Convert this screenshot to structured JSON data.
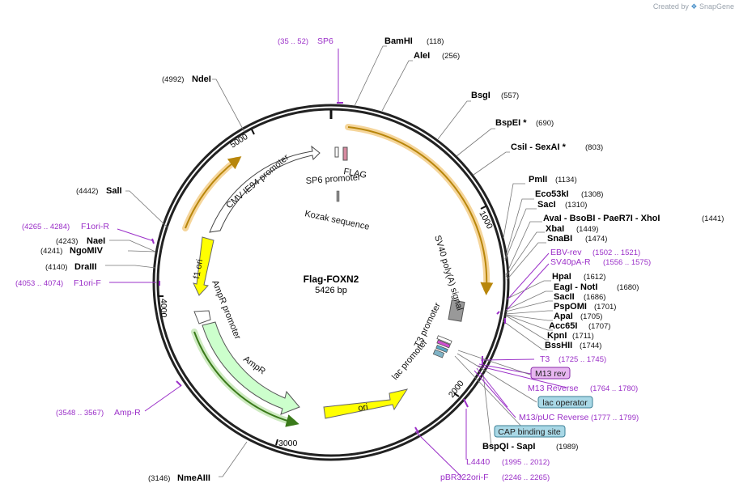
{
  "header": {
    "credit_prefix": "Created by",
    "credit_brand": "SnapGene"
  },
  "plasmid": {
    "name": "Flag-FOXN2",
    "size": "5426 bp"
  },
  "ticks": [
    "1000",
    "2000",
    "3000",
    "4000",
    "5000"
  ],
  "features": {
    "cmv": "CMV IE94 promoter",
    "flag": "FLAG",
    "sp6_promoter": "SP6 promoter",
    "kozak": "Kozak sequence",
    "f1ori": "f1 ori",
    "ampr_promoter": "AmpR promoter",
    "ampr": "AmpR",
    "ori": "ori",
    "sv40": "SV40 poly(A) signal",
    "t3_promoter": "T3 promoter",
    "lac_promoter": "lac promoter"
  },
  "sites": {
    "bamhi": {
      "name": "BamHI",
      "pos": "(118)"
    },
    "alei": {
      "name": "AleI",
      "pos": "(256)"
    },
    "bsgi": {
      "name": "BsgI",
      "pos": "(557)"
    },
    "bspei": {
      "name": "BspEI *",
      "pos": "(690)"
    },
    "csi": {
      "name": "CsiI  - SexAI *",
      "pos": "(803)"
    },
    "pmli": {
      "name": "PmlI",
      "pos": "(1134)"
    },
    "eco53ki": {
      "name": "Eco53kI",
      "pos": "(1308)"
    },
    "saci": {
      "name": "SacI",
      "pos": "(1310)"
    },
    "avai": {
      "name": "AvaI  - BsoBI  - PaeR7I  - XhoI",
      "pos": "(1441)"
    },
    "xbai": {
      "name": "XbaI",
      "pos": "(1449)"
    },
    "snabi": {
      "name": "SnaBI",
      "pos": "(1474)"
    },
    "hpai": {
      "name": "HpaI",
      "pos": "(1612)"
    },
    "eagi": {
      "name": "EagI  - NotI",
      "pos": "(1680)"
    },
    "sacii": {
      "name": "SacII",
      "pos": "(1686)"
    },
    "pspomi": {
      "name": "PspOMI",
      "pos": "(1701)"
    },
    "apai": {
      "name": "ApaI",
      "pos": "(1705)"
    },
    "acc65i": {
      "name": "Acc65I",
      "pos": "(1707)"
    },
    "kpni": {
      "name": "KpnI",
      "pos": "(1711)"
    },
    "bsshii": {
      "name": "BssHII",
      "pos": "(1744)"
    },
    "bspqi": {
      "name": "BspQI  - SapI",
      "pos": "(1989)"
    },
    "nmeaiii": {
      "name": "NmeAIII",
      "pos": "(3146)"
    },
    "drai": {
      "name": "DraIII",
      "pos": "(4140)"
    },
    "ngomiv": {
      "name": "NgoMIV",
      "pos": "(4241)"
    },
    "naei": {
      "name": "NaeI",
      "pos": "(4243)"
    },
    "sali": {
      "name": "SalI",
      "pos": "(4442)"
    },
    "ndei": {
      "name": "NdeI",
      "pos": "(4992)"
    }
  },
  "primers": {
    "sp6": {
      "name": "SP6",
      "range": "(35 .. 52)"
    },
    "ebv": {
      "name": "EBV-rev",
      "range": "(1502 .. 1521)"
    },
    "sv40pa": {
      "name": "SV40pA-R",
      "range": "(1556 .. 1575)"
    },
    "t3": {
      "name": "T3",
      "range": "(1725 .. 1745)"
    },
    "m13rev": {
      "name": "M13 rev"
    },
    "m13reverse": {
      "name": "M13 Reverse",
      "range": "(1764 .. 1780)"
    },
    "lacop": {
      "name": "lac operator"
    },
    "m13puc": {
      "name": "M13/pUC Reverse",
      "range": "(1777 .. 1799)"
    },
    "cap": {
      "name": "CAP binding site"
    },
    "l4440": {
      "name": "L4440",
      "range": "(1995 .. 2012)"
    },
    "pbr322": {
      "name": "pBR322ori-F",
      "range": "(2246 .. 2265)"
    },
    "ampr_f": {
      "name": "Amp-R",
      "range": "(3548 .. 3567)"
    },
    "f1ori_f": {
      "name": "F1ori-F",
      "range": "(4053 .. 4074)"
    },
    "f1ori_r": {
      "name": "F1ori-R",
      "range": "(4265 .. 4284)"
    }
  }
}
